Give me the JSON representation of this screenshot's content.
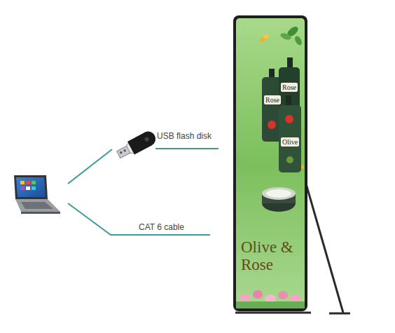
{
  "diagram": {
    "labels": [
      "USB flash disk",
      "CAT 6 cable",
      "Rose",
      "Rose",
      "Olive",
      "Olive & Rose"
    ]
  }
}
